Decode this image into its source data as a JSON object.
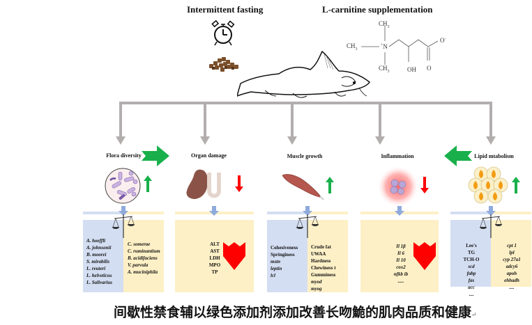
{
  "header": {
    "left_title": "Intermittent fasting",
    "right_title": "L-carnitine supplementation"
  },
  "chemical_structure": {
    "top_methyl": "CH",
    "left_methyl": "CH",
    "bottom_methyl": "CH",
    "sub3": "3",
    "nitrogen": "N",
    "charge": "+",
    "hydroxyl": "OH",
    "carbonyl_o": "O",
    "carboxylate_o": "O",
    "carboxylate_charge": "-"
  },
  "panels": [
    {
      "title": "Flora diversity",
      "trend": "up",
      "icon": "bacteria-icon",
      "layout": "balance",
      "left_items": [
        "A. hoeffli",
        "A. johnsonii",
        "B. moorei",
        "S. mirabilis",
        "L. reuteri",
        "L. helveticus",
        "L. Salivarius"
      ],
      "right_items": [
        "C. somerae",
        "C. ruminantium",
        "B. acidifaciens",
        "V. parvula",
        "A. muciniphila"
      ]
    },
    {
      "title": "Organ damage",
      "trend": "down",
      "icon": "liver-intestine-icon",
      "layout": "single",
      "items": [
        "ALT",
        "AST",
        "LDH",
        "MPO",
        "TP"
      ]
    },
    {
      "title": "Muscle growth",
      "trend": "up",
      "icon": "muscle-icon",
      "layout": "balance",
      "left_items": [
        "Cohesiveness",
        "Springiness",
        "mstn",
        "leptin",
        "lcl"
      ],
      "right_items": [
        "Crude fat",
        "UWAA",
        "Hardness",
        "Chewiness t",
        "Gumminess",
        "myod",
        "myog"
      ]
    },
    {
      "title": "Inflammation",
      "trend": "down",
      "icon": "inflammation-cells-icon",
      "layout": "single",
      "items": [
        "Il 1β",
        "Il 6",
        "Il 10",
        "cox2",
        "nfkb ib",
        "....."
      ]
    },
    {
      "title": "Lipid mtabolism",
      "trend": "up",
      "icon": "fat-cells-flame-icon",
      "layout": "balance",
      "left_items": [
        "Lee's",
        "TG",
        "TCH-O",
        "scd",
        "fabp",
        "fas",
        "acc",
        "...."
      ],
      "right_items": [
        "cpt 1",
        "lpl",
        "cyp 27a1",
        "adcy6",
        "apoh",
        "ehhadh",
        "...."
      ]
    }
  ],
  "colors": {
    "connector_gray": "#b2aeae",
    "big_arrow_green": "#19b04b",
    "trend_up_green": "#19b04b",
    "trend_down_red": "#ff0000",
    "small_blue_arrow": "#8faadc",
    "panel_blue": "#d4def2",
    "panel_yellow": "#fdf0c6"
  },
  "caption": "间歇性禁食辅以绿色添加剂添加改善长吻鮠的肌肉品质和健康",
  "caption_mark": "↵"
}
